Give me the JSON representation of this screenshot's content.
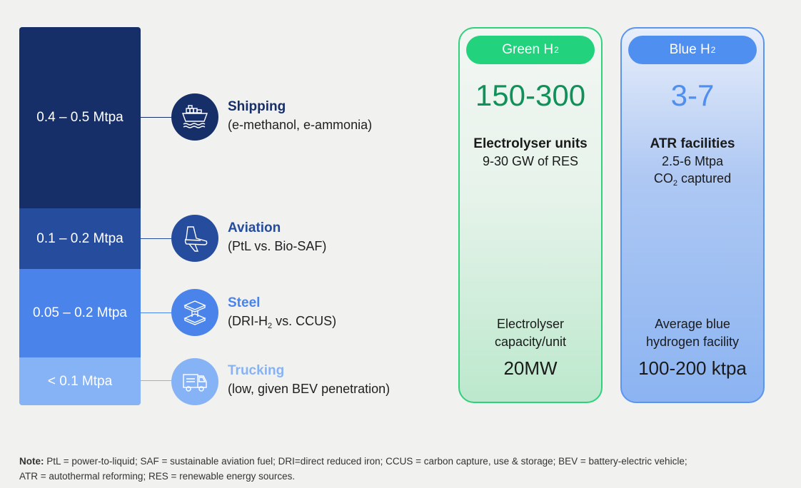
{
  "bar_segments": [
    {
      "label": "0.4 – 0.5 Mtpa"
    },
    {
      "label": "0.1 – 0.2 Mtpa"
    },
    {
      "label": "0.05 – 0.2 Mtpa"
    },
    {
      "label": "< 0.1 Mtpa"
    }
  ],
  "sectors": {
    "shipping": {
      "title": "Shipping",
      "subtitle": "(e-methanol, e-ammonia)",
      "icon": "ship-icon",
      "color": "#162f69"
    },
    "aviation": {
      "title": "Aviation",
      "subtitle": "(PtL vs. Bio-SAF)",
      "icon": "airplane-icon",
      "color": "#264c9d"
    },
    "steel": {
      "title": "Steel",
      "subtitle_pre": "(DRI-H",
      "subtitle_sub": "2",
      "subtitle_post": " vs. CCUS)",
      "icon": "steel-beam-icon",
      "color": "#4a83ea"
    },
    "trucking": {
      "title": "Trucking",
      "subtitle": "(low, given BEV penetration)",
      "icon": "truck-icon",
      "color": "#86b3f6"
    }
  },
  "green_card": {
    "pill_main": "Green H",
    "pill_sub": "2",
    "big_number": "150-300",
    "title": "Electrolyser units",
    "line1": "9-30 GW of RES",
    "bottom_line1": "Electrolyser",
    "bottom_line2": "capacity/unit",
    "bottom_value": "20MW",
    "accent": "#22d27c"
  },
  "blue_card": {
    "pill_main": "Blue H",
    "pill_sub": "2",
    "big_number": "3-7",
    "title": "ATR facilities",
    "line1": "2.5-6 Mtpa",
    "line2_pre": "CO",
    "line2_sub": "2",
    "line2_post": " captured",
    "bottom_line1": "Average blue",
    "bottom_line2": "hydrogen facility",
    "bottom_value": "100-200 ktpa",
    "accent": "#4f8ff0"
  },
  "note": {
    "label": "Note:",
    "line1": " PtL = power-to-liquid; SAF = sustainable aviation fuel; DRI=direct reduced iron; CCUS = carbon capture, use & storage; BEV = battery-electric vehicle;",
    "line2": "ATR = autothermal reforming; RES = renewable energy sources."
  }
}
